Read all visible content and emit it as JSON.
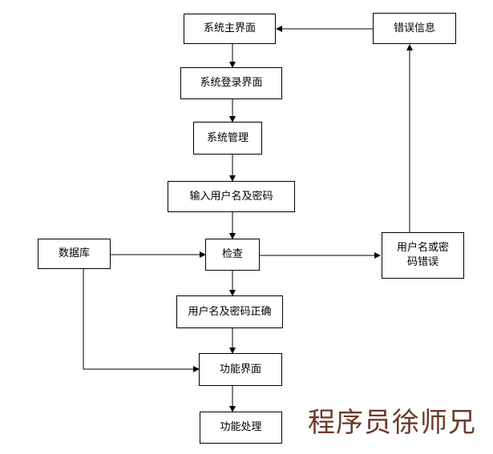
{
  "diagram": {
    "nodes": {
      "main_screen": "系统主界面",
      "error_info": "错误信息",
      "login_screen": "系统登录界面",
      "system_mgmt": "系统管理",
      "input_credentials": "输入用户名及密码",
      "database": "数据库",
      "check": "检查",
      "wrong_credentials": "用户名或密码错误",
      "correct_credentials": "用户名及密码正确",
      "function_screen": "功能界面",
      "function_process": "功能处理"
    },
    "edges": [
      {
        "from": "main_screen",
        "to": "login_screen"
      },
      {
        "from": "login_screen",
        "to": "system_mgmt"
      },
      {
        "from": "system_mgmt",
        "to": "input_credentials"
      },
      {
        "from": "input_credentials",
        "to": "check"
      },
      {
        "from": "database",
        "to": "check"
      },
      {
        "from": "database",
        "to": "function_screen"
      },
      {
        "from": "check",
        "to": "wrong_credentials"
      },
      {
        "from": "wrong_credentials",
        "to": "error_info"
      },
      {
        "from": "error_info",
        "to": "main_screen"
      },
      {
        "from": "check",
        "to": "correct_credentials"
      },
      {
        "from": "correct_credentials",
        "to": "function_screen"
      },
      {
        "from": "function_screen",
        "to": "function_process"
      }
    ]
  },
  "watermark": "程序员徐师兄"
}
